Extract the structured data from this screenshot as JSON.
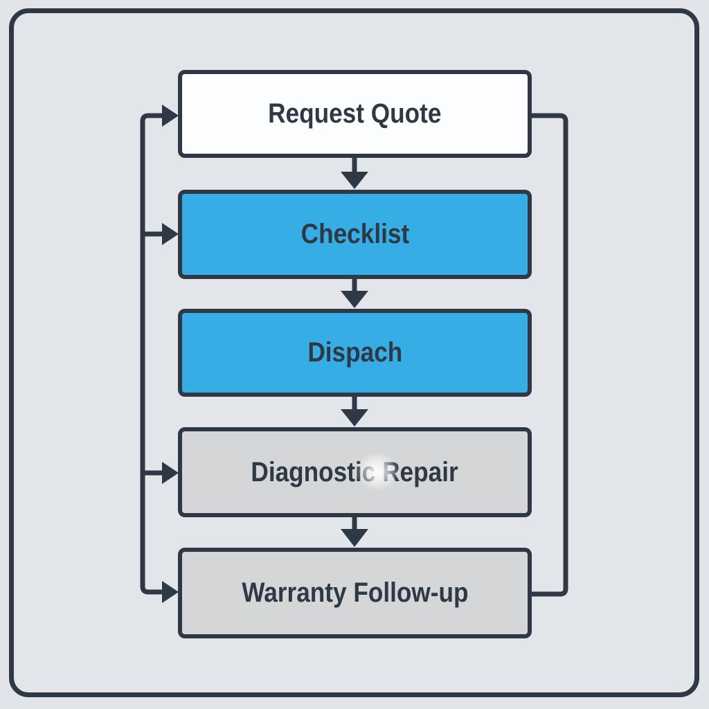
{
  "diagram": {
    "type": "flowchart",
    "direction": "top-down",
    "title": "",
    "nodes": [
      {
        "id": "request-quote",
        "label": "Request Quote",
        "fill": "#fcfdfe",
        "text_color": "#2e3945"
      },
      {
        "id": "checklist",
        "label": "Checklist",
        "fill": "#36ade4",
        "text_color": "#2e3945"
      },
      {
        "id": "dispach",
        "label": "Dispach",
        "fill": "#36ade4",
        "text_color": "#2e3945"
      },
      {
        "id": "diagnostic-repair",
        "label": "Diagnostic Repair",
        "fill": "#d4d6d8",
        "text_color": "#2e3945"
      },
      {
        "id": "warranty-follow-up",
        "label": "Warranty Follow-up",
        "fill": "#d4d6d8",
        "text_color": "#2e3945"
      }
    ],
    "edges": [
      {
        "from": "request-quote",
        "to": "checklist",
        "style": "arrow-down"
      },
      {
        "from": "checklist",
        "to": "dispach",
        "style": "arrow-down"
      },
      {
        "from": "dispach",
        "to": "diagnostic-repair",
        "style": "arrow-down"
      },
      {
        "from": "diagnostic-repair",
        "to": "warranty-follow-up",
        "style": "arrow-down"
      },
      {
        "from": "left-feed-line",
        "to": "request-quote",
        "style": "arrow-right"
      },
      {
        "from": "left-feed-line",
        "to": "checklist",
        "style": "arrow-right"
      },
      {
        "from": "left-feed-line",
        "to": "diagnostic-repair",
        "style": "arrow-right"
      },
      {
        "from": "left-feed-line",
        "to": "warranty-follow-up",
        "style": "arrow-right"
      },
      {
        "from": "request-quote",
        "to": "warranty-follow-up",
        "style": "right-return-line"
      }
    ],
    "colors": {
      "line": "#2e3945",
      "border": "#2e3945",
      "background": "#e1e4e9",
      "node_blue": "#36ade4",
      "node_gray": "#d4d6d8",
      "node_white": "#fcfdfe",
      "text": "#2e3945"
    }
  }
}
